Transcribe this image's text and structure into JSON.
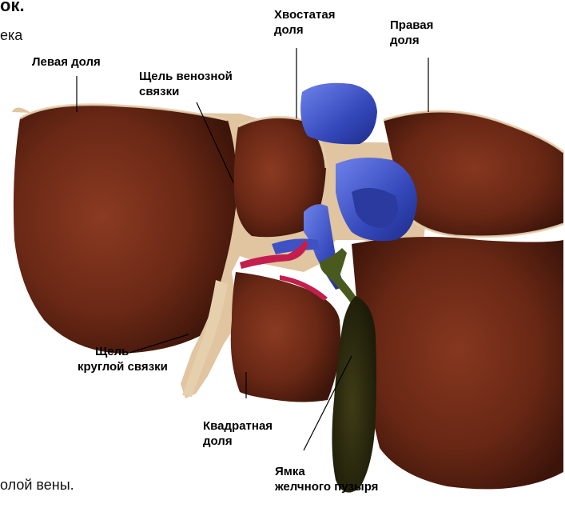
{
  "page_fragments": {
    "top_left": "ок.",
    "line_two": "ека",
    "bottom": "олой вены."
  },
  "labels": {
    "left_lobe": "Левая доля",
    "caudate_lobe": [
      "Хвостатая",
      "доля"
    ],
    "right_lobe": [
      "Правая",
      "доля"
    ],
    "venous_ligament_fissure": [
      "Щель венозной",
      "связки"
    ],
    "round_ligament_fissure": [
      "Щель",
      "круглой связки"
    ],
    "quadrate_lobe": [
      "Квадратная",
      "доля"
    ],
    "gallbladder_fossa": [
      "Ямка",
      "желчного пузыря"
    ]
  },
  "colors": {
    "liver": "#6e2a17",
    "liver_dark": "#4a1a0c",
    "liver_highlight": "#8a3a22",
    "ligament": "#e2c7a3",
    "vein": "#3a4fbf",
    "vein_light": "#6a7fe6",
    "artery": "#c02050",
    "gallbladder": "#2f2e12",
    "bile_duct": "#4c5a22"
  }
}
